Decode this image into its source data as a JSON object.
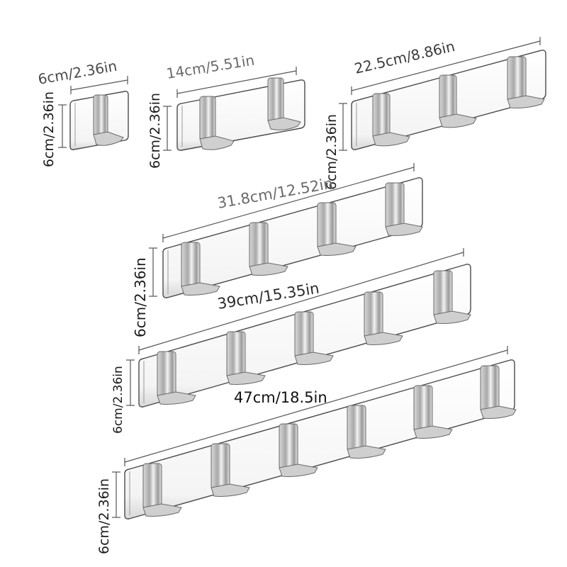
{
  "products": [
    {
      "width_label": "6cm/2.36in",
      "height_label": "6cm/2.36in",
      "hooks": 1
    },
    {
      "width_label": "14cm/5.51in",
      "height_label": "6cm/2.36in",
      "hooks": 2
    },
    {
      "width_label": "22.5cm/8.86in",
      "height_label": "6cm/2.36in",
      "hooks": 3
    },
    {
      "width_label": "31.8cm/12.52in",
      "height_label": "6cm/2.36in",
      "hooks": 4
    },
    {
      "width_label": "39cm/15.35in",
      "height_label": "6cm/2.36in",
      "hooks": 5
    },
    {
      "width_label": "47cm/18.5in",
      "height_label": "6cm/2.36in",
      "hooks": 6
    }
  ],
  "colors": {
    "rail_fill": "#fbfbfb",
    "rail_edge": "#4a4a4a",
    "hook_shade": "#8f8f8f",
    "label_text": "#4a4a4a",
    "label_text_dark": "#1a1a1a"
  }
}
